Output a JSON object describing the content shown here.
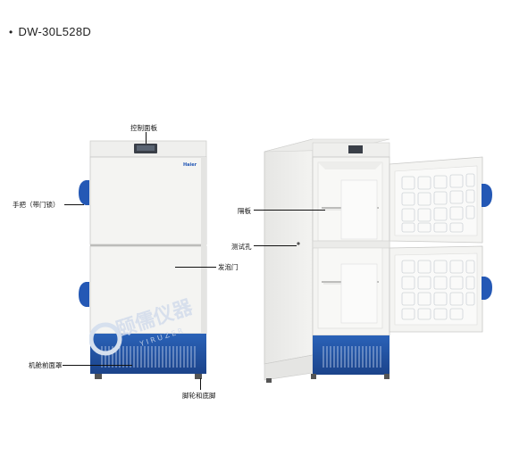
{
  "header": {
    "bullet": "•",
    "model": "DW-30L528D"
  },
  "freezer_front": {
    "brand_badge": "Haier",
    "callouts": {
      "control_panel": "控制面板",
      "handle": "手把（带门锁）",
      "foam_door": "发泡门",
      "compressor_front_cover": "机舱前面罩",
      "casters_feet": "脚轮和底脚"
    }
  },
  "freezer_open": {
    "callouts": {
      "shelf": "隔板",
      "test_hole": "测试孔"
    }
  },
  "watermark": {
    "text": "颐儒仪器",
    "subtext": "Y I R U Z E R",
    "color": "#c9d6ea"
  },
  "colors": {
    "cabinet": "#f4f4f2",
    "cabinet_edge": "#c8c8c6",
    "base_blue": "#1f4f9e",
    "handle_blue": "#2458b5",
    "interior": "#f7f7f5"
  }
}
